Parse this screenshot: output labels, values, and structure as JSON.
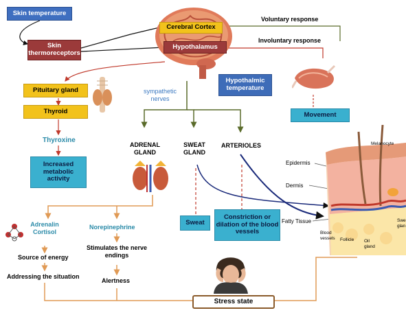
{
  "nodes": {
    "skin_temperature": "Skin temperature",
    "skin_thermoreceptors": "Skin\nthermoreceptors",
    "cerebral_cortex": "Cerebral Cortex",
    "hypothalamus": "Hypothalamus",
    "voluntary_response": "Voluntary  response",
    "involuntary_response": "Involuntary  response",
    "hypothalmic_temperature": "Hypothalmic\ntemperature",
    "pituitary_gland": "Pituitary gland",
    "thyroid": "Thyroid",
    "thyroxine": "Thyroxine",
    "increased_metabolic": "Increased\nmetabolic\nactivity",
    "sympathetic_nerves": "sympathetic\nnerves",
    "adrenal_gland": "ADRENAL\nGLAND",
    "sweat_gland": "SWEAT\nGLAND",
    "arterioles": "ARTERIOLES",
    "movement": "Movement",
    "sweat": "Sweat",
    "constriction": "Constriction  or\ndilation of the blood\nvessels",
    "adrenalin_cortisol": "Adrenalin\nCortisol",
    "norepinephrine": "Norepinephrine",
    "source_of_energy": "Source of energy",
    "addressing": "Addressing the situation",
    "stimulates": "Stimulates the nerve\nendings",
    "alertness": "Alertness",
    "stress_state": "Stress state"
  },
  "skin_labels": {
    "epidermis": "Epidermis",
    "dermis": "Dermis",
    "fatty_tissue": "Fatty Tissue",
    "blood_vessels": "Blood\nvessels",
    "follicle": "Follicle",
    "oil_gland": "Oil\ngland",
    "melanocyte": "Melanocyte",
    "sweat_gland_cut": "Swe\nglan"
  },
  "colors": {
    "blue_box": "#3f6fc0",
    "yellow_box": "#f2c21b",
    "maroon_box": "#9b3a3a",
    "teal_box": "#3ab0cf",
    "olive_line": "#5a6b2a",
    "red_line": "#c0392b",
    "orange_line": "#e09a55",
    "navy_curve": "#1a2a7a"
  },
  "icons": {
    "brain": "brain-illustration",
    "muscle": "muscle-illustration",
    "thyroid": "thyroid-illustration",
    "adrenal": "adrenal-glands-illustration",
    "molecule": "molecule-icon",
    "skin": "skin-cross-section-illustration",
    "person": "stressed-person-photo"
  }
}
